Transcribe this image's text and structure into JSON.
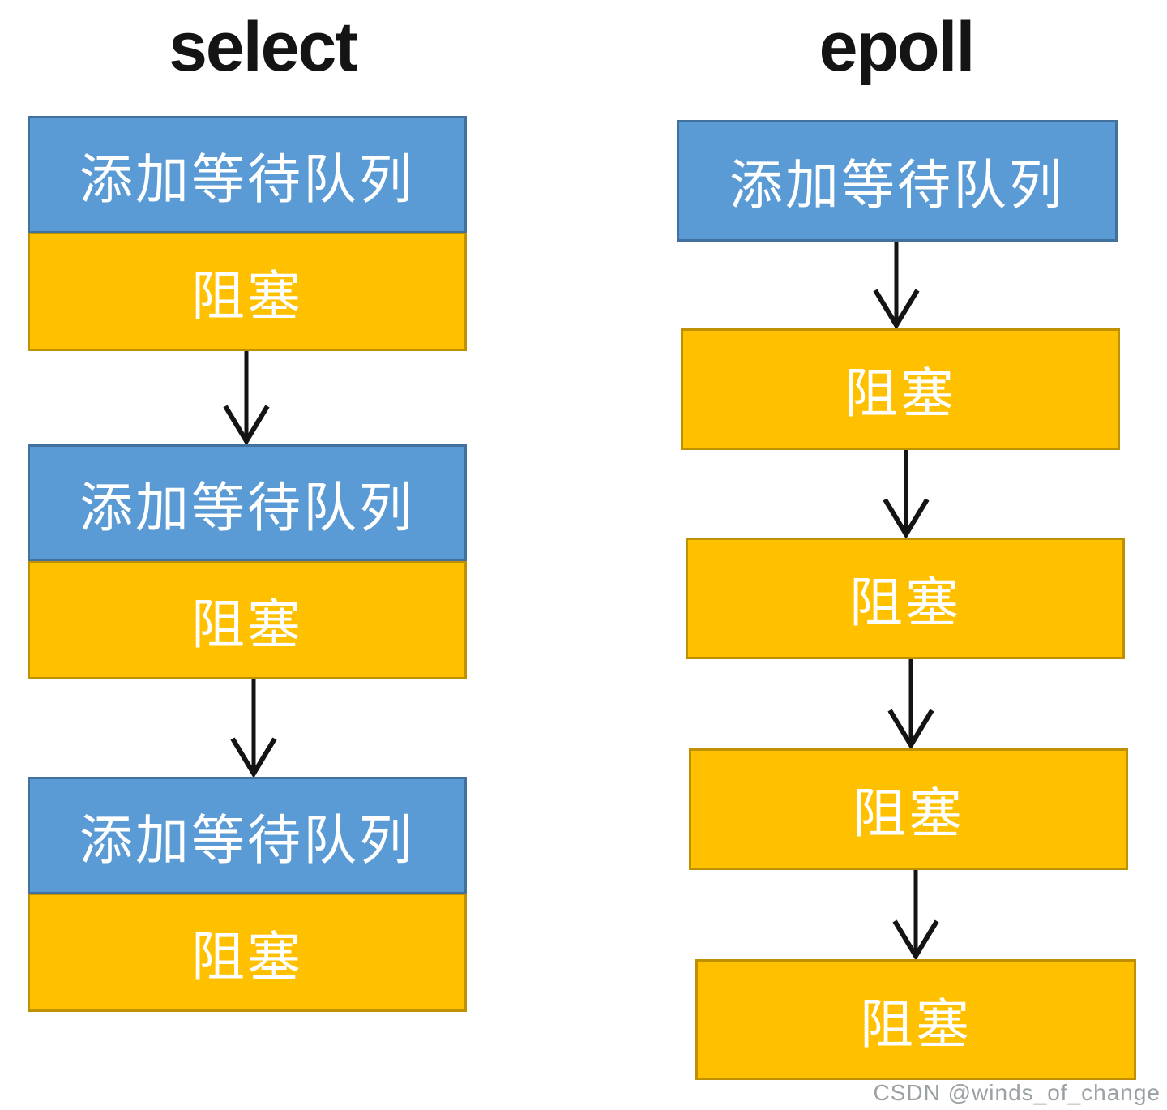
{
  "diagram": {
    "description_visible_text_only": true,
    "colors": {
      "blue_fill": "#5B9BD5",
      "blue_border": "#41719C",
      "yellow_fill": "#FFC000",
      "yellow_border": "#BF9000",
      "arrow": "#141414",
      "title_text": "#141414",
      "box_text": "#ffffff",
      "watermark": "#9aa0a3",
      "background": "#ffffff"
    },
    "icons": {
      "flow_arrow": "arrow-down-icon"
    },
    "select_column": {
      "title": "select",
      "groups": [
        {
          "blue_label": "添加等待队列",
          "yellow_label": "阻塞"
        },
        {
          "blue_label": "添加等待队列",
          "yellow_label": "阻塞"
        },
        {
          "blue_label": "添加等待队列",
          "yellow_label": "阻塞"
        }
      ]
    },
    "epoll_column": {
      "title": "epoll",
      "add_queue_label": "添加等待队列",
      "block_labels": [
        "阻塞",
        "阻塞",
        "阻塞",
        "阻塞"
      ]
    },
    "watermark_text": "CSDN @winds_of_change"
  }
}
